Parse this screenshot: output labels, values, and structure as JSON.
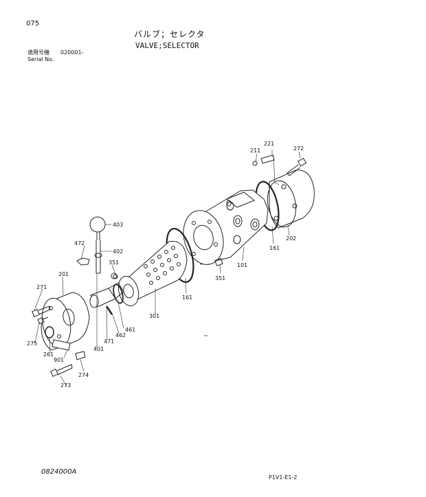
{
  "header": {
    "page_number": "075",
    "title_jp": "バルブ；セレクタ",
    "title_en": "VALVE;SELECTOR",
    "serial_label_jp": "適用号機",
    "serial_value": "020001-",
    "serial_label_en": "Serial No."
  },
  "footer": {
    "drawing_code": "0824000A",
    "page_code": "P1V1-E1-2"
  },
  "callouts": {
    "c403": "403",
    "c472": "472",
    "c402": "402",
    "c351a": "351",
    "c271": "271",
    "c201": "201",
    "c275": "275",
    "c261": "261",
    "c901": "901",
    "c273": "273",
    "c274": "274",
    "c401": "401",
    "c471": "471",
    "c462": "462",
    "c461": "461",
    "c301": "301",
    "c161a": "161",
    "c351b": "351",
    "c101": "101",
    "c161b": "161",
    "c202": "202",
    "c211": "211",
    "c221": "221",
    "c272": "272"
  }
}
